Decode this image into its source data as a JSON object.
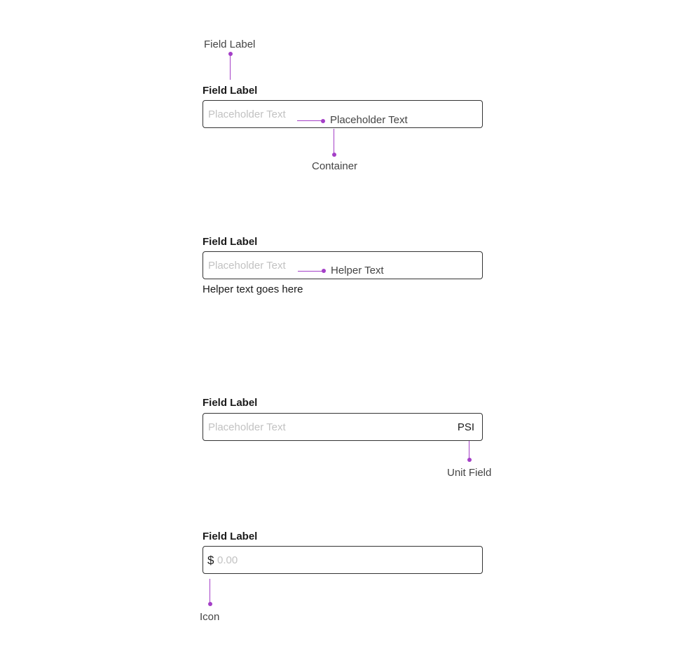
{
  "colors": {
    "annotation": "#a43fc7",
    "border": "#333333",
    "placeholder": "#c2c2c2",
    "text": "#1a1a1a",
    "annotation_text": "#444444"
  },
  "example_basic": {
    "callout_field_label": "Field Label",
    "field_label": "Field Label",
    "placeholder": "Placeholder Text",
    "callout_placeholder": "Placeholder Text",
    "callout_container": "Container"
  },
  "example_helper": {
    "field_label": "Field Label",
    "placeholder": "Placeholder Text",
    "callout_helper": "Helper Text",
    "helper_text": "Helper text goes here"
  },
  "example_unit": {
    "field_label": "Field Label",
    "placeholder": "Placeholder Text",
    "unit": "PSI",
    "callout_unit": "Unit Field"
  },
  "example_icon": {
    "field_label": "Field Label",
    "icon_name": "dollar-sign-icon",
    "icon_glyph": "$",
    "placeholder": "0.00",
    "callout_icon": "Icon"
  }
}
